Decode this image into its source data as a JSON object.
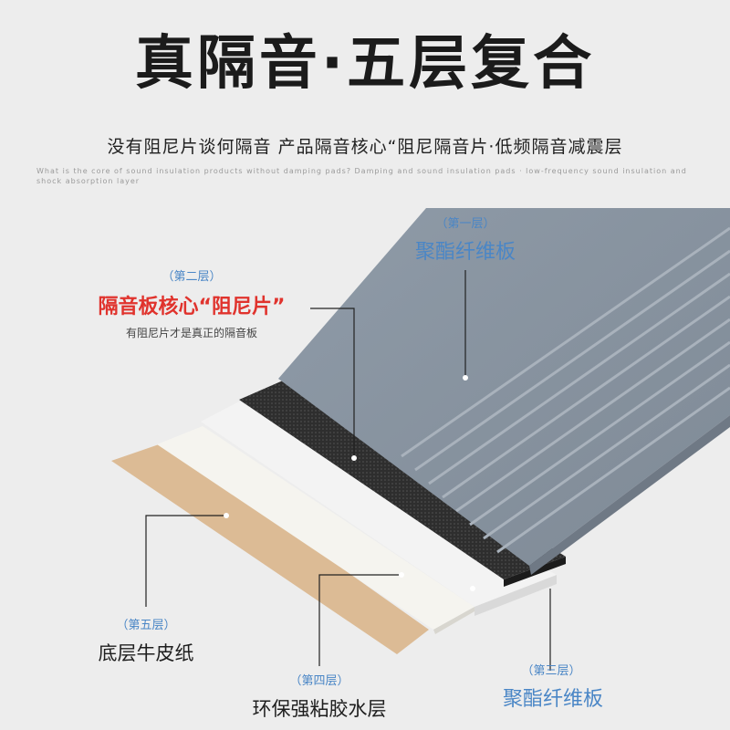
{
  "title": "真隔音·五层复合",
  "subtitle": "没有阻尼片谈何隔音   产品隔音核心“阻尼隔音片·低频隔音减震层",
  "english": "What is the core of sound insulation products without damping pads? Damping and sound insulation pads · low-frequency sound insulation and shock absorption layer",
  "layers": {
    "layer1": {
      "tag": "（第一层）",
      "name": "聚酯纤维板"
    },
    "layer2": {
      "tag": "（第二层）",
      "name": "隔音板核心“阻尼片”",
      "note": "有阻尼片才是真正的隔音板"
    },
    "layer3": {
      "tag": "（第三层）",
      "name": "聚酯纤维板"
    },
    "layer4": {
      "tag": "（第四层）",
      "name": "环保强粘胶水层"
    },
    "layer5": {
      "tag": "（第五层）",
      "name": "底层牛皮纸"
    }
  },
  "colors": {
    "blue_label": "#4a86c6",
    "red_label": "#e0332d",
    "felt": "#8d99a5",
    "damping": "#2b2b2b",
    "white_felt": "#f4f4f4",
    "glue": "#f7f7f3",
    "kraft": "#dcbb95"
  }
}
